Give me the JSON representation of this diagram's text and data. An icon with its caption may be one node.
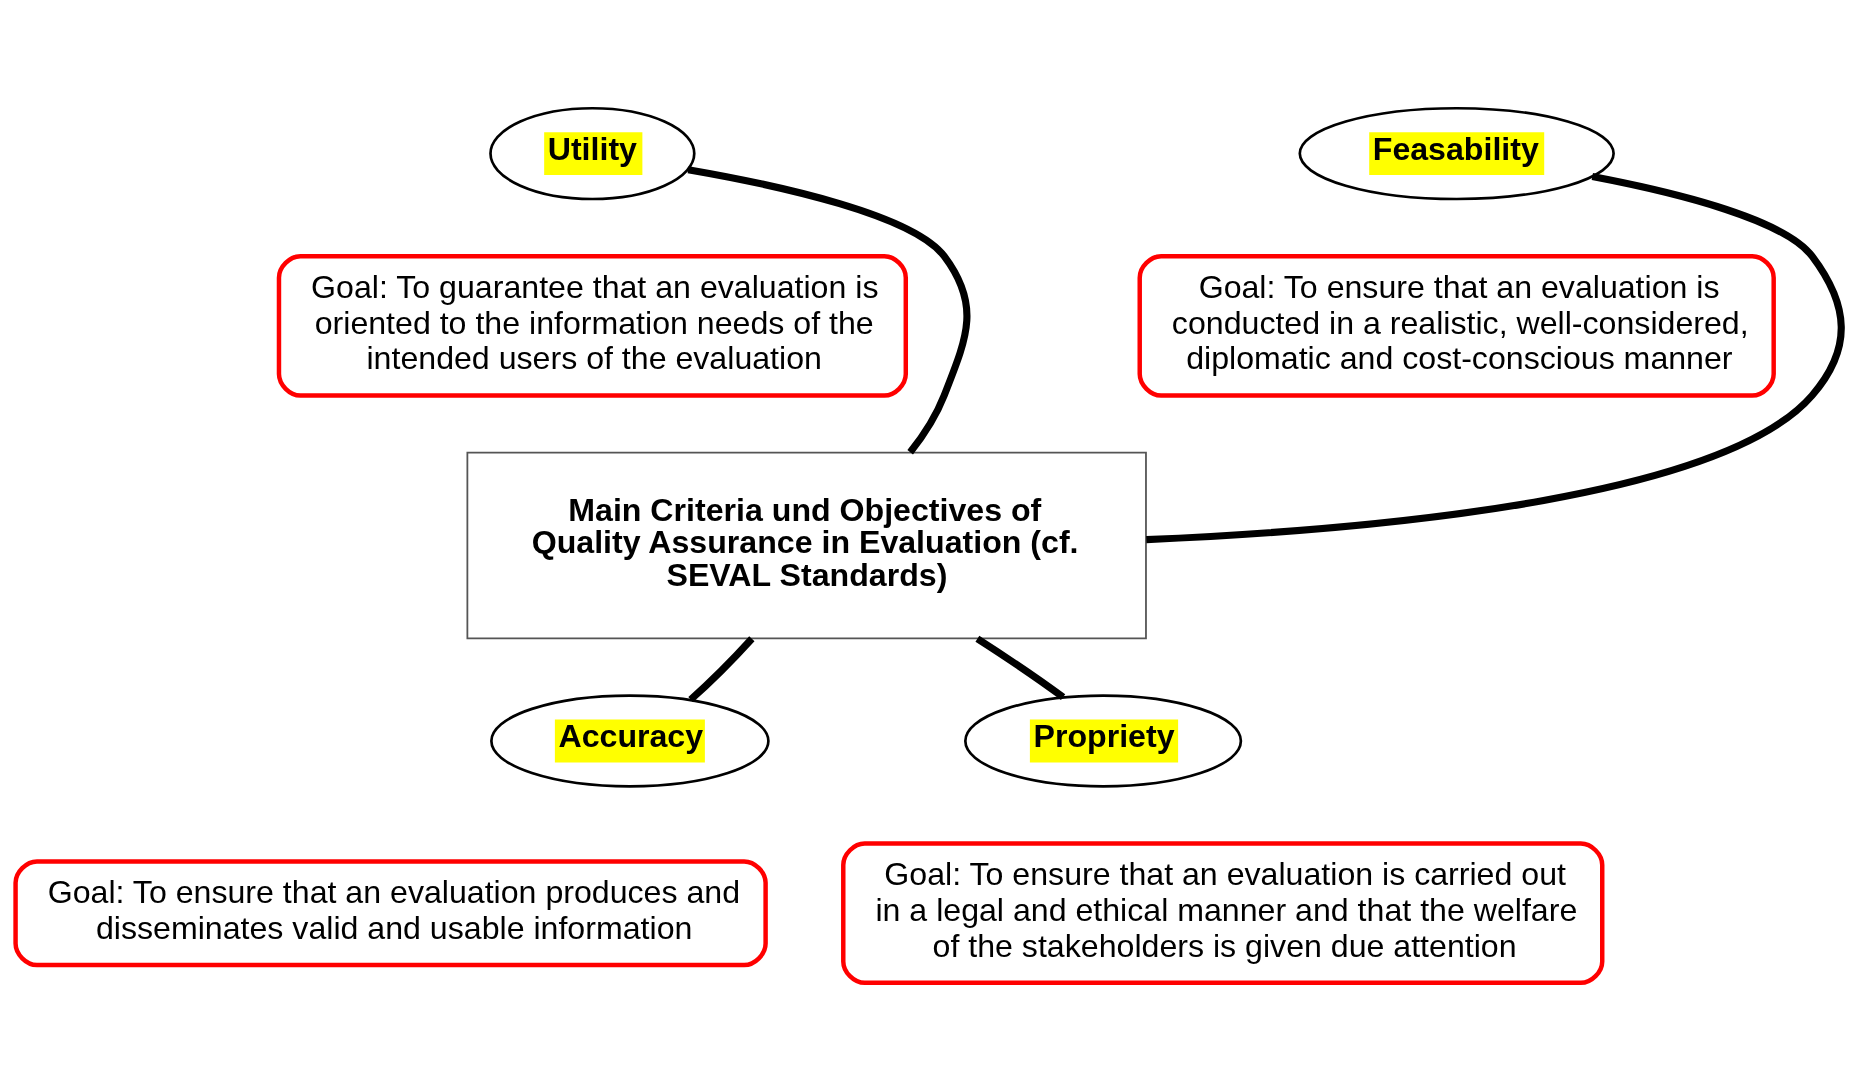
{
  "diagram": {
    "nodes": [
      {
        "text": [
          "Utility"
        ]
      },
      {
        "text": [
          "Feasability"
        ]
      },
      {
        "text": [
          "Goal: To guarantee that an evaluation is oriented to the information needs of the intended users of the evaluation"
        ]
      },
      {
        "text": [
          "Goal: To ensure that an evaluation is conducted in a realistic, well-considered, diplomatic and cost-conscious manner"
        ]
      },
      {
        "text": [
          "Main Criteria und Objectives of Quality Assurance in Evaluation (cf. SEVAL Standards)"
        ]
      },
      {
        "text": [
          "Accuracy"
        ]
      },
      {
        "text": [
          "Goal: To ensure that an evaluation produces and disseminates valid and usable information"
        ]
      },
      {
        "text": [
          "Propriety"
        ]
      },
      {
        "text": [
          "Goal: To ensure that an evaluation is carried out in a legal and ethical manner and that the welfare of the stakeholders is given due attention"
        ]
      }
    ],
    "edges": [
      {
        "from": 4,
        "to": 0,
        "arrow": "none"
      },
      {
        "from": 4,
        "to": 1,
        "arrow": "none"
      },
      {
        "from": 4,
        "to": 5,
        "arrow": "none"
      },
      {
        "from": 4,
        "to": 7,
        "arrow": "none"
      }
    ]
  }
}
